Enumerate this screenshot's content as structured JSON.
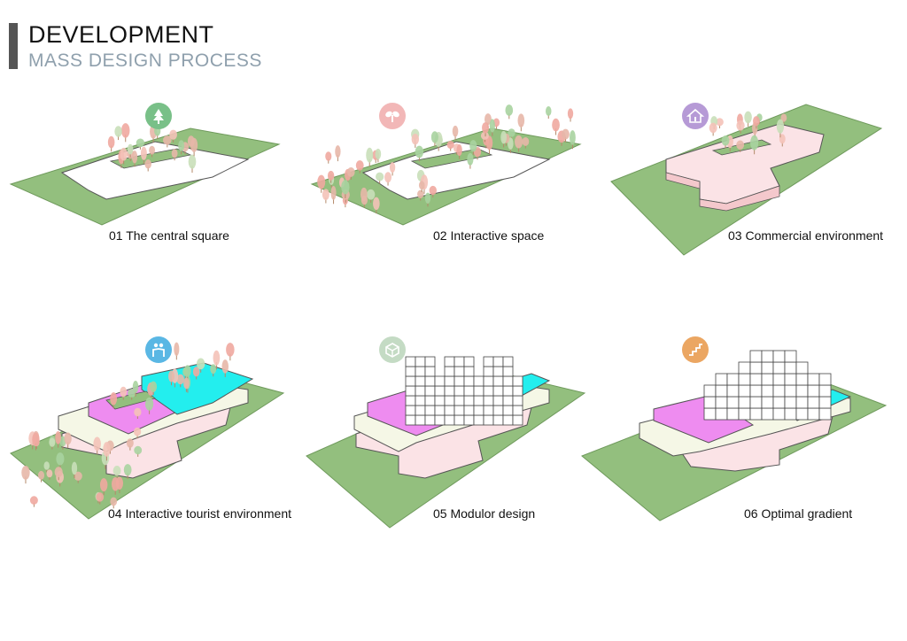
{
  "header": {
    "title": "DEVELOPMENT",
    "subtitle": "MASS DESIGN PROCESS"
  },
  "colors": {
    "ground": "#93bf7e",
    "ground_edge": "#6f9a5c",
    "footprint": "#ffffff",
    "pink_mass": "#fbe3e6",
    "cream_mass": "#f5f7e6",
    "purple_roof": "#ee8cf0",
    "cyan_roof": "#23eeee",
    "tree_pink": "#f0a8a0",
    "tree_green": "#a8d3a0"
  },
  "steps": [
    {
      "label": "01 The central square",
      "icon": "tree-icon",
      "icon_color": "#79c088"
    },
    {
      "label": "02 Interactive space",
      "icon": "leaves-icon",
      "icon_color": "#f2b7b7"
    },
    {
      "label": "03 Commercial environment",
      "icon": "house-plant-icon",
      "icon_color": "#b69ad6"
    },
    {
      "label": "04 Interactive tourist environment",
      "icon": "people-icon",
      "icon_color": "#5ab7e4"
    },
    {
      "label": "05 Modulor design",
      "icon": "cube-icon",
      "icon_color": "#c4dbc4"
    },
    {
      "label": "06 Optimal gradient",
      "icon": "stairs-icon",
      "icon_color": "#eba662"
    }
  ]
}
